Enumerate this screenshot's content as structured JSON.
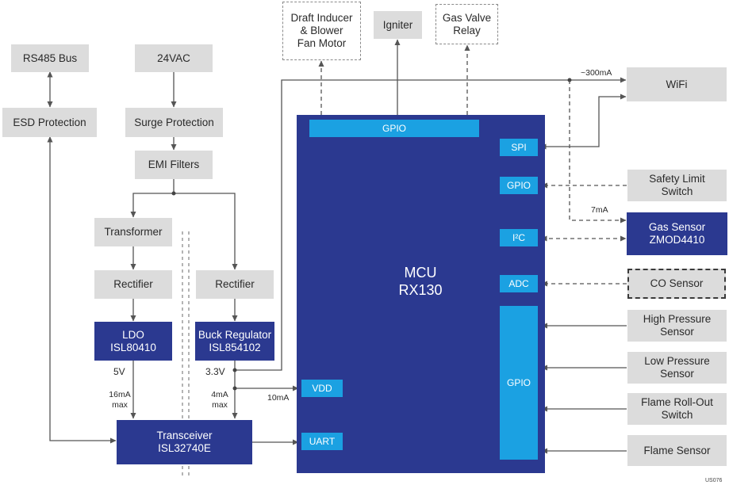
{
  "left": {
    "rs485": "RS485 Bus",
    "esd": "ESD Protection",
    "vac": "24VAC",
    "surge": "Surge Protection",
    "emi": "EMI Filters",
    "transformer": "Transformer",
    "rectifier_left": "Rectifier",
    "rectifier_right": "Rectifier",
    "ldo": "LDO\nISL80410",
    "buck": "Buck Regulator\nISL854102",
    "transceiver": "Transceiver\nISL32740E"
  },
  "labels": {
    "v5": "5V",
    "v33": "3.3V",
    "i16": "16mA\nmax",
    "i4": "4mA\nmax",
    "i10": "10mA",
    "i300": "~300mA",
    "i7": "7mA"
  },
  "top": {
    "draft": "Draft Inducer\n& Blower\nFan Motor",
    "igniter": "Igniter",
    "gasvalve": "Gas Valve\nRelay"
  },
  "mcu": {
    "title": "MCU\nRX130",
    "gpio_top": "GPIO",
    "spi": "SPI",
    "gpio_small": "GPIO",
    "i2c": "I²C",
    "adc": "ADC",
    "gpio_big": "GPIO",
    "vdd": "VDD",
    "uart": "UART"
  },
  "right": {
    "wifi": "WiFi",
    "safety": "Safety Limit\nSwitch",
    "gas_sensor": "Gas Sensor\nZMOD4410",
    "co": "CO Sensor",
    "high": "High Pressure\nSensor",
    "low": "Low Pressure\nSensor",
    "flame_rollout": "Flame Roll-Out\nSwitch",
    "flame": "Flame Sensor"
  },
  "figure_code": "US076",
  "colors": {
    "navy": "#2b3990",
    "cyan": "#1ba1e2",
    "gray": "#dcdcdc",
    "wire": "#555555"
  }
}
